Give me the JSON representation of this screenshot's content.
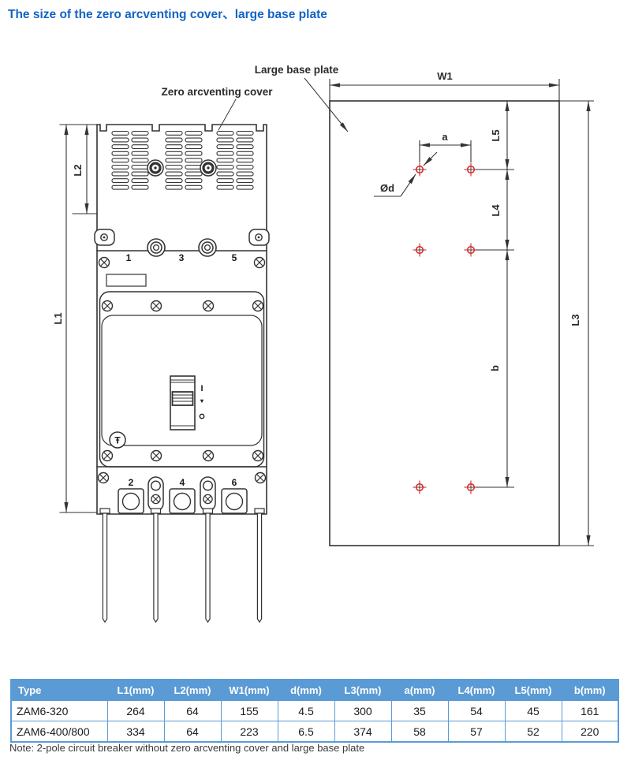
{
  "title": "The size of the zero arcventing cover、large base plate",
  "diagram": {
    "breaker": {
      "cover_label": "Zero arcventing cover",
      "dims": {
        "l1": "L1",
        "l2": "L2"
      },
      "top_terminals": [
        "1",
        "3",
        "5"
      ],
      "bottom_terminals": [
        "2",
        "4",
        "6"
      ],
      "switch": {
        "on": "I",
        "down_arrow": "▼",
        "trip": "Ŧ"
      }
    },
    "base_plate": {
      "label": "Large base plate",
      "dims": {
        "w1": "W1",
        "a": "a",
        "d": "Ød",
        "l5": "L5",
        "l4": "L4",
        "b": "b",
        "l3": "L3"
      }
    },
    "colors": {
      "line": "#333333",
      "hole_red": "#e02424",
      "title_blue": "#1264c4",
      "table_header_bg": "#5b9bd5"
    }
  },
  "table": {
    "headers": [
      "Type",
      "L1(mm)",
      "L2(mm)",
      "W1(mm)",
      "d(mm)",
      "L3(mm)",
      "a(mm)",
      "L4(mm)",
      "L5(mm)",
      "b(mm)"
    ],
    "rows": [
      [
        "ZAM6-320",
        "264",
        "64",
        "155",
        "4.5",
        "300",
        "35",
        "54",
        "45",
        "161"
      ],
      [
        "ZAM6-400/800",
        "334",
        "64",
        "223",
        "6.5",
        "374",
        "58",
        "57",
        "52",
        "220"
      ]
    ]
  },
  "note": "Note: 2-pole circuit breaker without zero arcventing cover and large base plate"
}
